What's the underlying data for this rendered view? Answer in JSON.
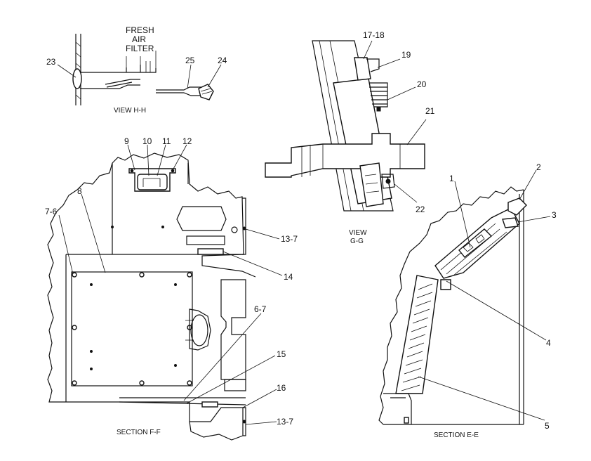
{
  "views": {
    "view_hh": {
      "caption": "VIEW H-H",
      "filter_label": [
        "FRESH",
        "AIR",
        "FILTER"
      ],
      "callouts": [
        "23",
        "25",
        "24"
      ]
    },
    "view_gg": {
      "caption": [
        "VIEW",
        "G-G"
      ],
      "callouts": [
        "17-18",
        "19",
        "20",
        "21",
        "22"
      ]
    },
    "section_ff": {
      "caption": "SECTION F-F",
      "callouts": [
        "9",
        "10",
        "11",
        "12",
        "8",
        "7-6",
        "13-7",
        "14",
        "6-7",
        "15",
        "16",
        "13-7"
      ]
    },
    "section_ee": {
      "caption": "SECTION E-E",
      "callouts": [
        "1",
        "2",
        "3",
        "4",
        "5"
      ]
    }
  }
}
